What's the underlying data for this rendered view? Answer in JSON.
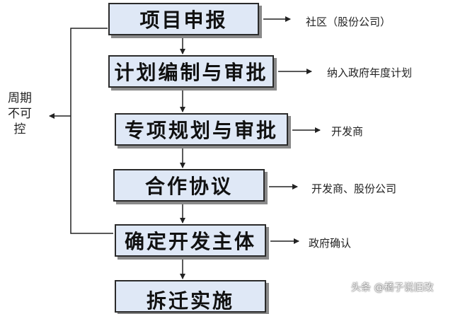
{
  "flow_steps": [
    "项目申报",
    "计划编制与审批",
    "专项规划与审批",
    "合作协议",
    "确定开发主体",
    "拆迁实施"
  ],
  "side_notes": [
    "社区（股份公司）",
    "纳入政府年度计划",
    "开发商",
    "开发商、股份公司",
    "政府确认"
  ],
  "cycle_note": "周期不可控",
  "watermark": "头条 @橘子说旧改"
}
